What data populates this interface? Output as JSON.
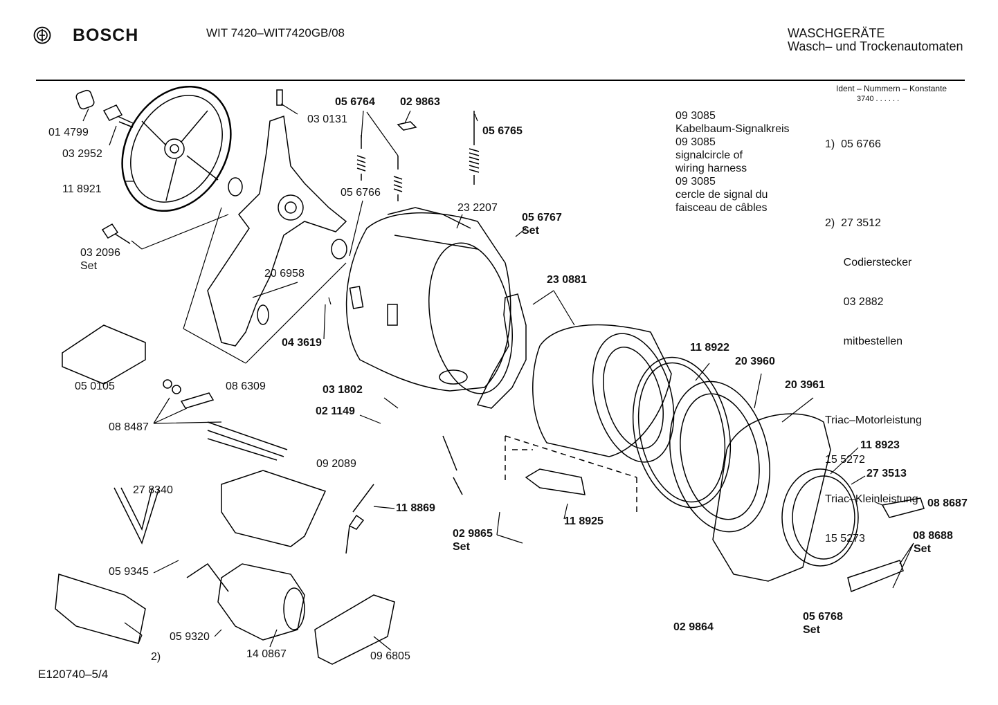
{
  "header": {
    "brand": "BOSCH",
    "model": "WIT 7420–WIT7420GB/08",
    "category": "WASCHGERÄTE",
    "subcategory": "Wasch– und Trockenautomaten",
    "ident_title": "Ident – Nummern – Konstante",
    "ident_value": "3740  .  .  .  .  .  ."
  },
  "notes": {
    "col1": [
      "09 3085",
      "Kabelbaum-Signalkreis",
      "09 3085",
      "signalcircle of",
      "wiring harness",
      "09 3085",
      "cercle de signal du",
      "faisceau de câbles"
    ],
    "col2": [
      "1)  05 6766",
      "",
      "2)  27 3512",
      "      Codierstecker",
      "      03 2882",
      "      mitbestellen",
      "",
      "Triac–Motorleistung",
      "15 5272",
      "Triac–Kleinleistung",
      "15 5273"
    ]
  },
  "parts": [
    {
      "id": "p014799",
      "text": "01 4799",
      "bold": false
    },
    {
      "id": "p032952",
      "text": "03 2952",
      "bold": false
    },
    {
      "id": "p118921",
      "text": "11 8921",
      "bold": false
    },
    {
      "id": "p032096",
      "text": "03 2096",
      "bold": false
    },
    {
      "id": "p032096set",
      "text": "Set",
      "bold": false
    },
    {
      "id": "p030131",
      "text": "03 0131",
      "bold": false
    },
    {
      "id": "p056764",
      "text": "05 6764",
      "bold": true
    },
    {
      "id": "p029863",
      "text": "02 9863",
      "bold": true
    },
    {
      "id": "p056765",
      "text": "05 6765",
      "bold": true
    },
    {
      "id": "p056766",
      "text": "05 6766",
      "bold": false
    },
    {
      "id": "p232207",
      "text": "23 2207",
      "bold": false
    },
    {
      "id": "p056767",
      "text": "05 6767",
      "bold": true
    },
    {
      "id": "p056767set",
      "text": "Set",
      "bold": true
    },
    {
      "id": "p206958",
      "text": "20 6958",
      "bold": false
    },
    {
      "id": "p043619",
      "text": "04 3619",
      "bold": true
    },
    {
      "id": "p230881",
      "text": "23 0881",
      "bold": true
    },
    {
      "id": "p050105",
      "text": "05 0105",
      "bold": false
    },
    {
      "id": "p086309",
      "text": "08 6309",
      "bold": false
    },
    {
      "id": "p031802",
      "text": "03 1802",
      "bold": true
    },
    {
      "id": "p021149",
      "text": "02 1149",
      "bold": true
    },
    {
      "id": "p118922",
      "text": "11 8922",
      "bold": true
    },
    {
      "id": "p203960",
      "text": "20 3960",
      "bold": true
    },
    {
      "id": "p203961",
      "text": "20 3961",
      "bold": true
    },
    {
      "id": "p088487",
      "text": "08 8487",
      "bold": false
    },
    {
      "id": "p092089",
      "text": "09 2089",
      "bold": false
    },
    {
      "id": "p118923",
      "text": "11 8923",
      "bold": true
    },
    {
      "id": "p273513",
      "text": "27 3513",
      "bold": true
    },
    {
      "id": "p278340",
      "text": "27 8340",
      "bold": false
    },
    {
      "id": "p118869",
      "text": "11 8869",
      "bold": true
    },
    {
      "id": "p088687",
      "text": "08 8687",
      "bold": true
    },
    {
      "id": "p118925",
      "text": "11 8925",
      "bold": true
    },
    {
      "id": "p029865",
      "text": "02 9865",
      "bold": true
    },
    {
      "id": "p029865set",
      "text": "Set",
      "bold": true
    },
    {
      "id": "p088688",
      "text": "08 8688",
      "bold": true
    },
    {
      "id": "p088688set",
      "text": "Set",
      "bold": true
    },
    {
      "id": "p059345",
      "text": "05 9345",
      "bold": false
    },
    {
      "id": "p059320",
      "text": "05 9320",
      "bold": false
    },
    {
      "id": "p140867",
      "text": "14 0867",
      "bold": false
    },
    {
      "id": "p096805",
      "text": "09 6805",
      "bold": false
    },
    {
      "id": "p029864",
      "text": "02 9864",
      "bold": true
    },
    {
      "id": "p056768",
      "text": "05 6768",
      "bold": true
    },
    {
      "id": "p056768set",
      "text": "Set",
      "bold": true
    },
    {
      "id": "p2",
      "text": "2)",
      "bold": false
    }
  ],
  "footer": {
    "code": "E120740–5/4"
  }
}
